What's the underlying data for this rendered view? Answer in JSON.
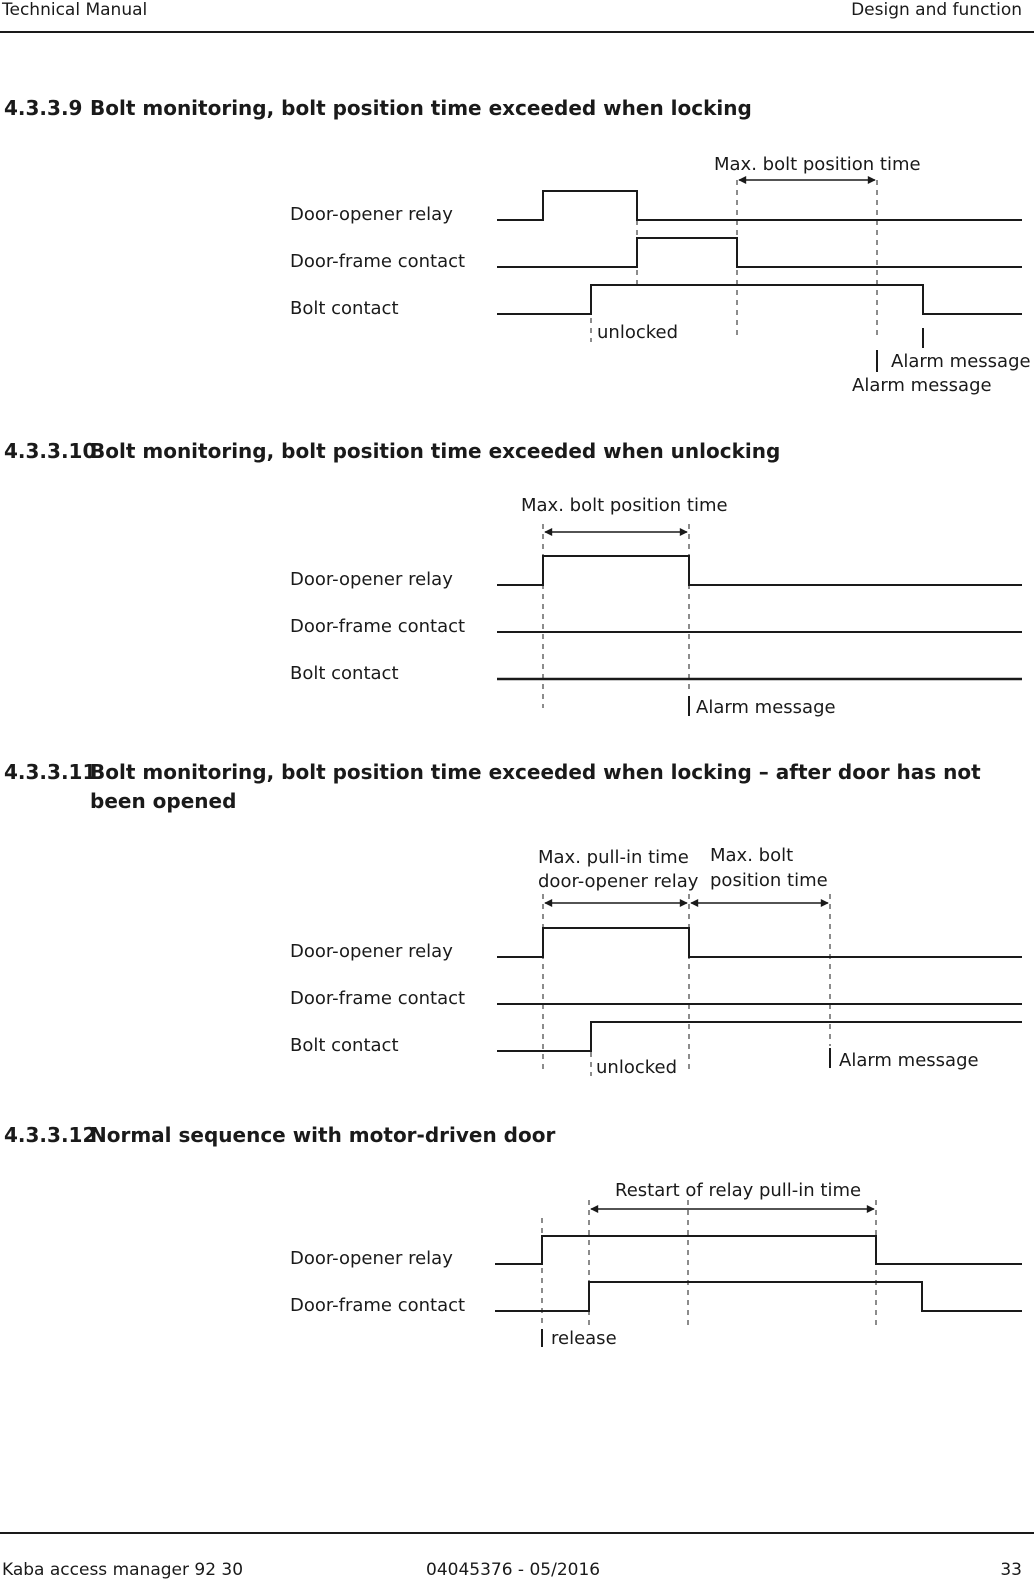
{
  "header": {
    "left": "Technical Manual",
    "right": "Design and function"
  },
  "sections": [
    {
      "number": "4.3.3.9",
      "title": "Bolt monitoring, bolt position time exceeded when locking",
      "signals": [
        "Door-opener relay",
        "Door-frame contact",
        "Bolt contact"
      ],
      "annotations": {
        "span": "Max. bolt position time",
        "unlocked": "unlocked",
        "alarm1": "Alarm message",
        "alarm2": "Alarm message"
      }
    },
    {
      "number": "4.3.3.10",
      "title": "Bolt monitoring, bolt position time exceeded when unlocking",
      "signals": [
        "Door-opener relay",
        "Door-frame contact",
        "Bolt contact"
      ],
      "annotations": {
        "span": "Max. bolt position time",
        "alarm": "Alarm message"
      }
    },
    {
      "number": "4.3.3.11",
      "title": "Bolt monitoring, bolt position time exceeded when locking – after door has not been opened",
      "signals": [
        "Door-opener relay",
        "Door-frame contact",
        "Bolt contact"
      ],
      "annotations": {
        "span1_line1": "Max. pull-in time",
        "span1_line2": "door-opener relay",
        "span2_line1": "Max. bolt",
        "span2_line2": "position time",
        "unlocked": "unlocked",
        "alarm": "Alarm message"
      }
    },
    {
      "number": "4.3.3.12",
      "title": "Normal sequence with motor-driven door",
      "signals": [
        "Door-opener relay",
        "Door-frame contact"
      ],
      "annotations": {
        "span": "Restart of relay pull-in time",
        "release": "release"
      }
    }
  ],
  "footer": {
    "left": "Kaba access manager 92 30",
    "center": "04045376 - 05/2016",
    "right": "33"
  }
}
